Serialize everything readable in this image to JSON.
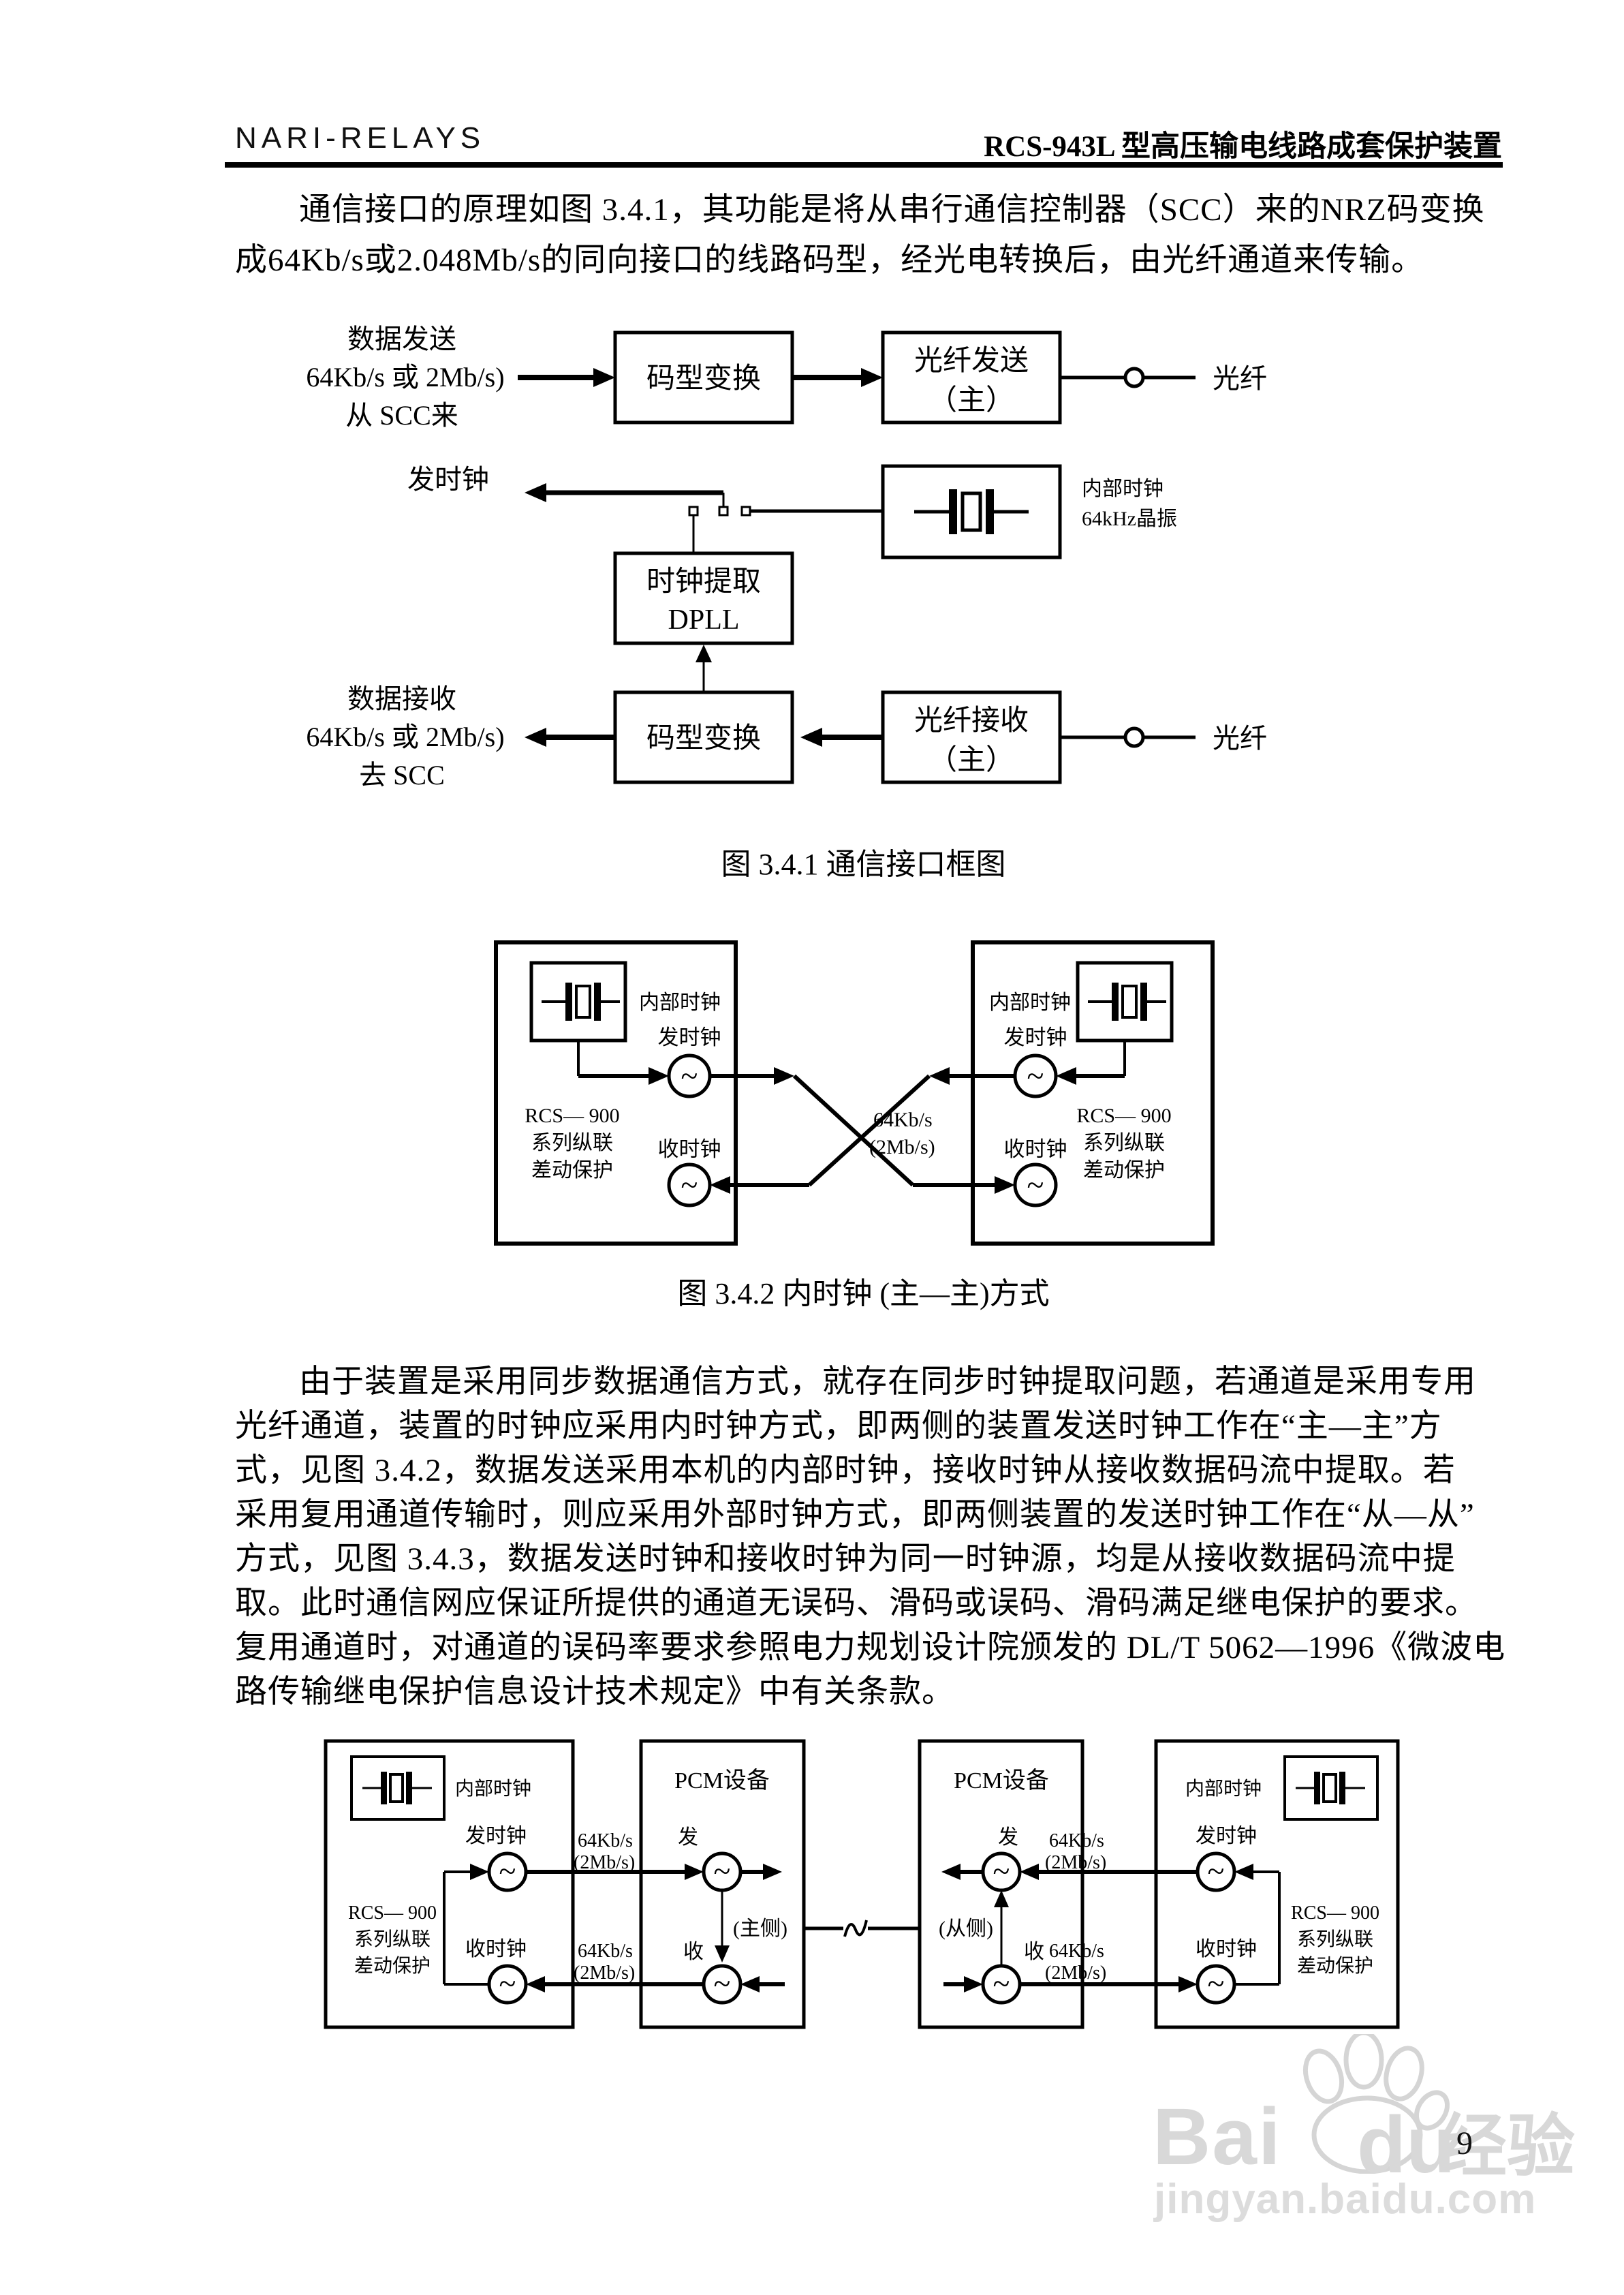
{
  "header": {
    "brand": "NARI-RELAYS",
    "title": "RCS-943L 型高压输电线路成套保护装置"
  },
  "p1": {
    "lines": [
      "通信接口的原理如图 3.4.1，其功能是将从串行通信控制器（SCC）来的NRZ码变换",
      "成64Kb/s或2.048Mb/s的同向接口的线路码型，经光电转换后，由光纤通道来传输。"
    ]
  },
  "fig341": {
    "caption": "图 3.4.1 通信接口框图",
    "tx_label": [
      "数据发送",
      "64Kb/s 或 2Mb/s)",
      "从 SCC来"
    ],
    "rx_label": [
      "数据接收",
      "64Kb/s 或 2Mb/s)",
      "去 SCC"
    ],
    "box_code": "码型变换",
    "box_fiber_tx": [
      "光纤发送",
      "（主）"
    ],
    "box_fiber_rx": [
      "光纤接收",
      "（主）"
    ],
    "box_dpll": [
      "时钟提取",
      "DPLL"
    ],
    "clock_out": "发时钟",
    "internal_clock": [
      "内部时钟",
      "64kHz晶振"
    ],
    "fiber": "光纤"
  },
  "fig342": {
    "caption": "图 3.4.2 内时钟 (主—主)方式",
    "internal_clock": "内部时钟",
    "tx_clock": "发时钟",
    "rx_clock": "收时钟",
    "rate": [
      "64Kb/s",
      "(2Mb/s)"
    ],
    "device": [
      "RCS— 900",
      "系列纵联",
      "差动保护"
    ],
    "osc_symbol": "~"
  },
  "p2": {
    "lines": [
      "由于装置是采用同步数据通信方式，就存在同步时钟提取问题，若通道是采用专用",
      "光纤通道，装置的时钟应采用内时钟方式，即两侧的装置发送时钟工作在“主—主”方",
      "式，见图 3.4.2，数据发送采用本机的内部时钟，接收时钟从接收数据码流中提取。若",
      "采用复用通道传输时，则应采用外部时钟方式，即两侧装置的发送时钟工作在“从—从”",
      "方式，见图 3.4.3，数据发送时钟和接收时钟为同一时钟源，均是从接收数据码流中提",
      "取。此时通信网应保证所提供的通道无误码、滑码或误码、滑码满足继电保护的要求。",
      "复用通道时，对通道的误码率要求参照电力规划设计院颁发的 DL/T 5062—1996《微波电",
      "路传输继电保护信息设计技术规定》中有关条款。"
    ]
  },
  "fig343": {
    "internal_clock": "内部时钟",
    "tx_clock": "发时钟",
    "rx_clock": "收时钟",
    "pcm": "PCM设备",
    "tx": "发",
    "rx": "收",
    "master": "(主侧)",
    "slave": "(从侧)",
    "rate": [
      "64Kb/s",
      "(2Mb/s)"
    ],
    "device": [
      "RCS— 900",
      "系列纵联",
      "差动保护"
    ],
    "osc_symbol": "~"
  },
  "watermark": {
    "bai": "Bai",
    "du": "du",
    "jingyan": "经验",
    "url": "jingyan.baidu.com"
  },
  "page_number": "9"
}
